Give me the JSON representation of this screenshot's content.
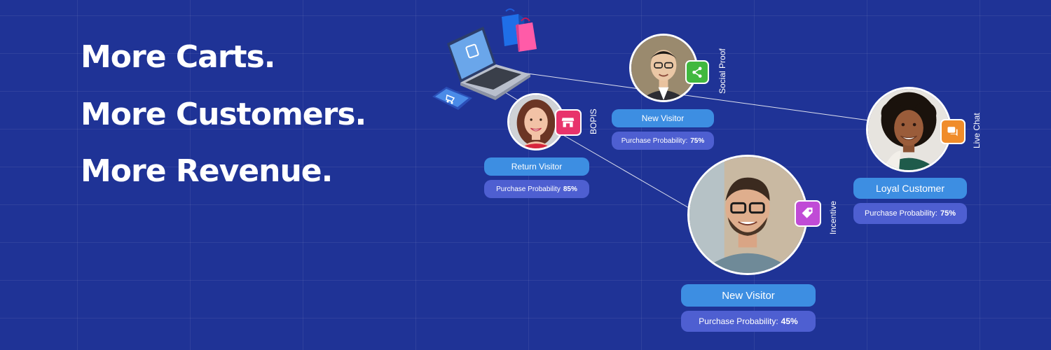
{
  "headline": {
    "line1": "More Carts.",
    "line2": "More Customers.",
    "line3": "More Revenue."
  },
  "colors": {
    "background": "#1f3396",
    "pill_title": "#3d8ee2",
    "pill_probability": "#4e5fd1",
    "badge_store": "#e8336b",
    "badge_share": "#41b83f",
    "badge_tag": "#c04bd6",
    "badge_chat": "#f08c2a"
  },
  "illustration": {
    "icons": [
      "laptop-icon",
      "shopping-bags-icon",
      "phone-cart-icon"
    ]
  },
  "visitors": [
    {
      "id": "return",
      "badge_icon": "storefront-icon",
      "channel": "BOPIS",
      "title": "Return Visitor",
      "probability_label": "Purchase Probability",
      "probability_value": "85%"
    },
    {
      "id": "new-small",
      "badge_icon": "share-icon",
      "channel": "Social Proof",
      "title": "New Visitor",
      "probability_label": "Purchase Probability:",
      "probability_value": "75%"
    },
    {
      "id": "new-large",
      "badge_icon": "tag-icon",
      "channel": "Incentive",
      "title": "New Visitor",
      "probability_label": "Purchase Probability:",
      "probability_value": "45%"
    },
    {
      "id": "loyal",
      "badge_icon": "chat-icon",
      "channel": "Live Chat",
      "title": "Loyal Customer",
      "probability_label": "Purchase Probability:",
      "probability_value": "75%"
    }
  ]
}
